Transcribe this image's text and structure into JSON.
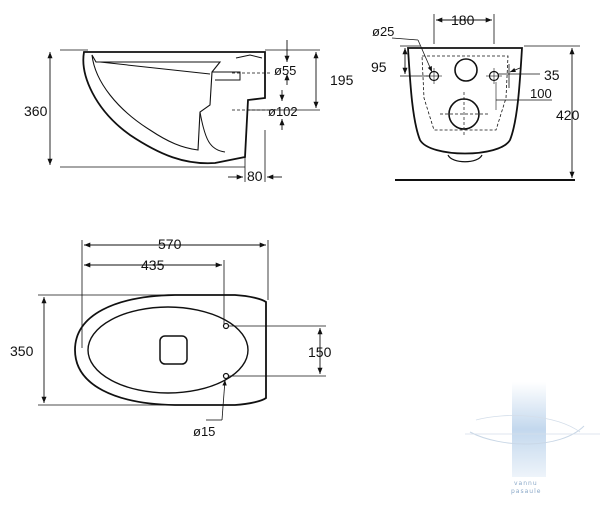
{
  "colors": {
    "line": "#111111",
    "body_fill": "#ffffff",
    "watermark": "#a9c7e6"
  },
  "side_view": {
    "height_total": "360",
    "outlet_height": "195",
    "inlet_diameter": "ø55",
    "outlet_diameter": "ø102",
    "outlet_offset": "80"
  },
  "rear_view": {
    "bolt_diameter": "ø25",
    "bolt_spacing": "180",
    "bolt_height": "95",
    "side_offset": "35",
    "outlet_drop": "100",
    "height_total": "420"
  },
  "top_view": {
    "length_total": "570",
    "length_to_holes": "435",
    "width_total": "350",
    "hole_spacing": "150",
    "hole_diameter": "ø15"
  },
  "watermark": {
    "line1": "vannu",
    "line2": "pasaule"
  }
}
